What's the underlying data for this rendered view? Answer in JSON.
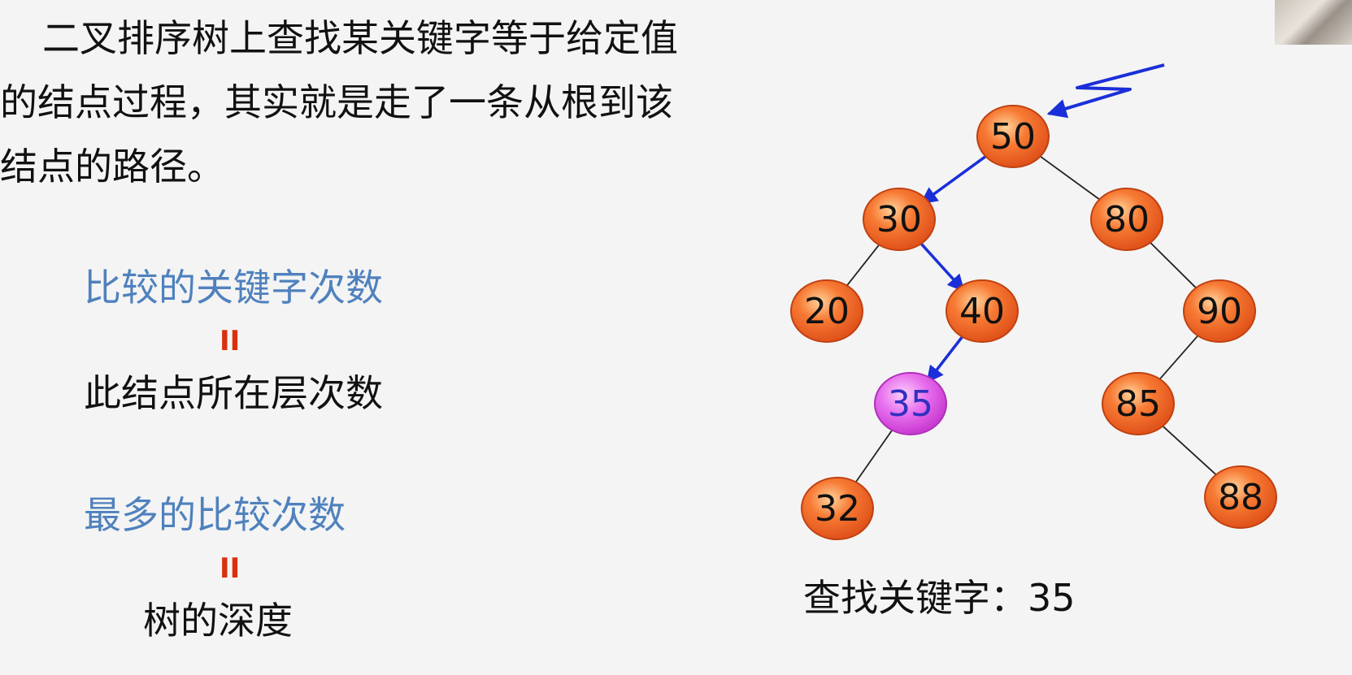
{
  "paragraph": {
    "line1": "二叉排序树上查找某关键字等于给定值",
    "line2": "的结点过程，其实就是走了一条从根到该",
    "line3": "结点的路径。"
  },
  "left": {
    "label1": "比较的关键字次数",
    "equals1": "II",
    "result1": "此结点所在层次数",
    "label2": "最多的比较次数",
    "equals2": "II",
    "result2": "树的深度"
  },
  "tree": {
    "nodes": [
      {
        "key": "50",
        "highlight": false
      },
      {
        "key": "30",
        "highlight": false
      },
      {
        "key": "80",
        "highlight": false
      },
      {
        "key": "20",
        "highlight": false
      },
      {
        "key": "40",
        "highlight": false
      },
      {
        "key": "90",
        "highlight": false
      },
      {
        "key": "35",
        "highlight": true
      },
      {
        "key": "85",
        "highlight": false
      },
      {
        "key": "32",
        "highlight": false
      },
      {
        "key": "88",
        "highlight": false
      }
    ],
    "edges": [
      {
        "from": "50",
        "to": "30",
        "on_path": true
      },
      {
        "from": "50",
        "to": "80",
        "on_path": false
      },
      {
        "from": "30",
        "to": "20",
        "on_path": false
      },
      {
        "from": "30",
        "to": "40",
        "on_path": true
      },
      {
        "from": "40",
        "to": "35",
        "on_path": true
      },
      {
        "from": "35",
        "to": "32",
        "on_path": false
      },
      {
        "from": "80",
        "to": "90",
        "on_path": false
      },
      {
        "from": "90",
        "to": "85",
        "on_path": false
      },
      {
        "from": "85",
        "to": "88",
        "on_path": false
      }
    ],
    "colors": {
      "node_fill": "#f36a2a",
      "node_stroke": "#c04010",
      "highlight_fill": "#e060e8",
      "highlight_text": "#3030c0",
      "path_color": "#1a2fd8",
      "edge_color": "#222222"
    }
  },
  "search": {
    "caption": "查找关键字：35"
  }
}
